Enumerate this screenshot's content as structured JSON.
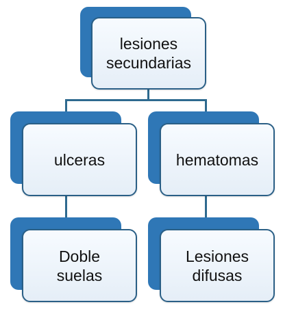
{
  "nodes": {
    "root": {
      "label": "lesiones\nsecundarias"
    },
    "left_child": {
      "label": "ulceras"
    },
    "right_child": {
      "label": "hematomas"
    },
    "left_leaf": {
      "label": "Doble\nsuelas"
    },
    "right_leaf": {
      "label": "Lesiones\ndifusas"
    }
  },
  "colors": {
    "back_block": "#2f77b6",
    "border": "#2a5f86",
    "connector": "#2e6a8f",
    "fill_top": "#f7fbff",
    "fill_bottom": "#e5eef7"
  }
}
